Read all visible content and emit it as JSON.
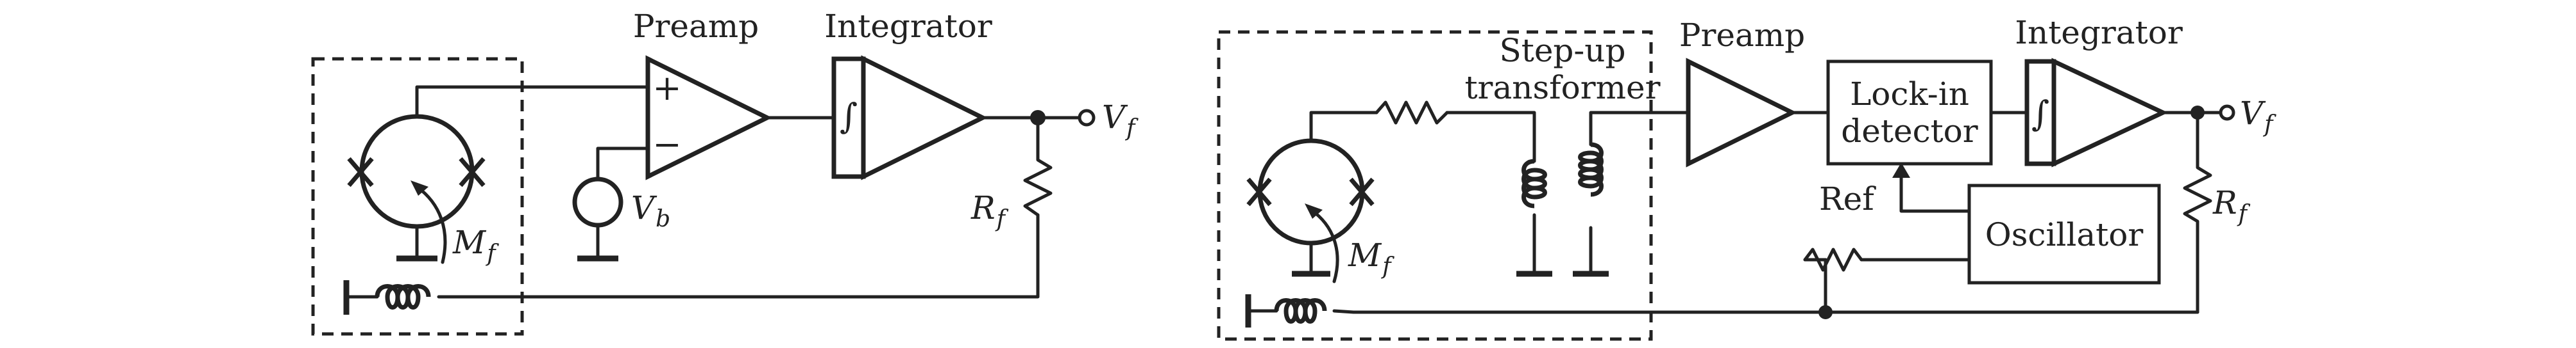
{
  "left": {
    "preamp": "Preamp",
    "integrator": "Integrator",
    "plus": "+",
    "minus": "−",
    "vb": "V",
    "vb_sub": "b",
    "mf": "M",
    "mf_sub": "f",
    "rf": "R",
    "rf_sub": "f",
    "vf": "V",
    "vf_sub": "f",
    "integral": "∫"
  },
  "right": {
    "stepup_1": "Step-up",
    "stepup_2": "transformer",
    "preamp": "Preamp",
    "lockin_1": "Lock-in",
    "lockin_2": "detector",
    "integrator": "Integrator",
    "oscillator": "Oscillator",
    "ref": "Ref",
    "mf": "M",
    "mf_sub": "f",
    "rf": "R",
    "rf_sub": "f",
    "vf": "V",
    "vf_sub": "f",
    "integral": "∫"
  }
}
